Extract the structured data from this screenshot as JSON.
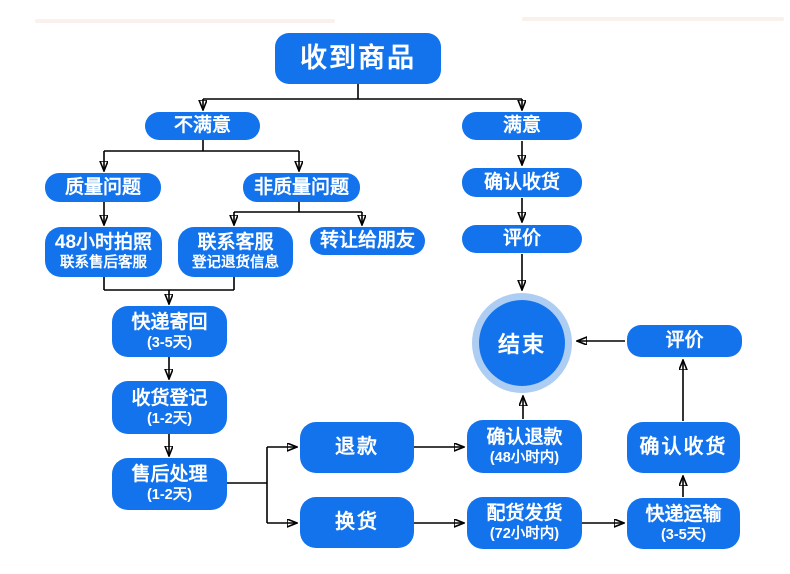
{
  "colors": {
    "node_blue": "#1373ec",
    "end_outer_ring": "#aecdf3",
    "connector": "#000000",
    "text": "#ffffff"
  },
  "nodes": {
    "received_goods": {
      "label": "收到商品"
    },
    "unsatisfied": {
      "label": "不满意"
    },
    "satisfied": {
      "label": "满意"
    },
    "quality_issue": {
      "label": "质量问题"
    },
    "non_quality_issue": {
      "label": "非质量问题"
    },
    "photo_48h": {
      "line1": "48小时拍照",
      "line2": "联系售后客服"
    },
    "contact_service": {
      "line1": "联系客服",
      "line2": "登记退货信息"
    },
    "transfer_to_friend": {
      "label": "转让给朋友"
    },
    "express_send_back": {
      "line1": "快递寄回",
      "line2": "(3-5天)"
    },
    "receipt_registration": {
      "line1": "收货登记",
      "line2": "(1-2天)"
    },
    "after_sales_processing": {
      "line1": "售后处理",
      "line2": "(1-2天)"
    },
    "refund": {
      "label": "退款"
    },
    "confirm_refund": {
      "line1": "确认退款",
      "line2": "(48小时内)"
    },
    "exchange": {
      "label": "换货"
    },
    "dispatch_shipping": {
      "line1": "配货发货",
      "line2": "(72小时内)"
    },
    "express_transport": {
      "line1": "快递运输",
      "line2": "(3-5天)"
    },
    "confirm_receipt_bottom": {
      "label": "确认收货"
    },
    "evaluate_bottom": {
      "label": "评价"
    },
    "confirm_receipt_top": {
      "label": "确认收货"
    },
    "evaluate_top": {
      "label": "评价"
    },
    "end": {
      "label": "结束"
    }
  }
}
